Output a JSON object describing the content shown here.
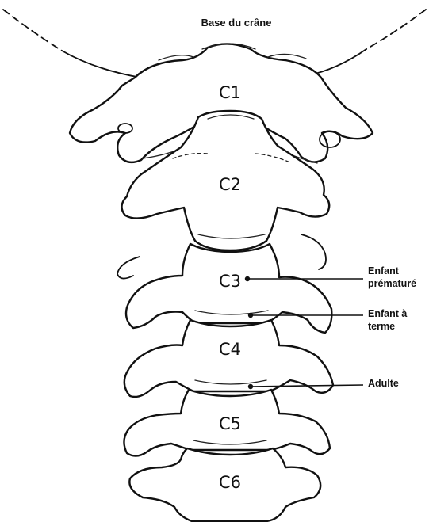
{
  "figure": {
    "title": "Base du crâne",
    "vertebrae": [
      "C1",
      "C2",
      "C3",
      "C4",
      "C5",
      "C6"
    ],
    "callouts": [
      {
        "lines": [
          "Enfant",
          "prématuré"
        ]
      },
      {
        "lines": [
          "Enfant à",
          "terme"
        ]
      },
      {
        "lines": [
          "Adulte"
        ]
      }
    ]
  }
}
